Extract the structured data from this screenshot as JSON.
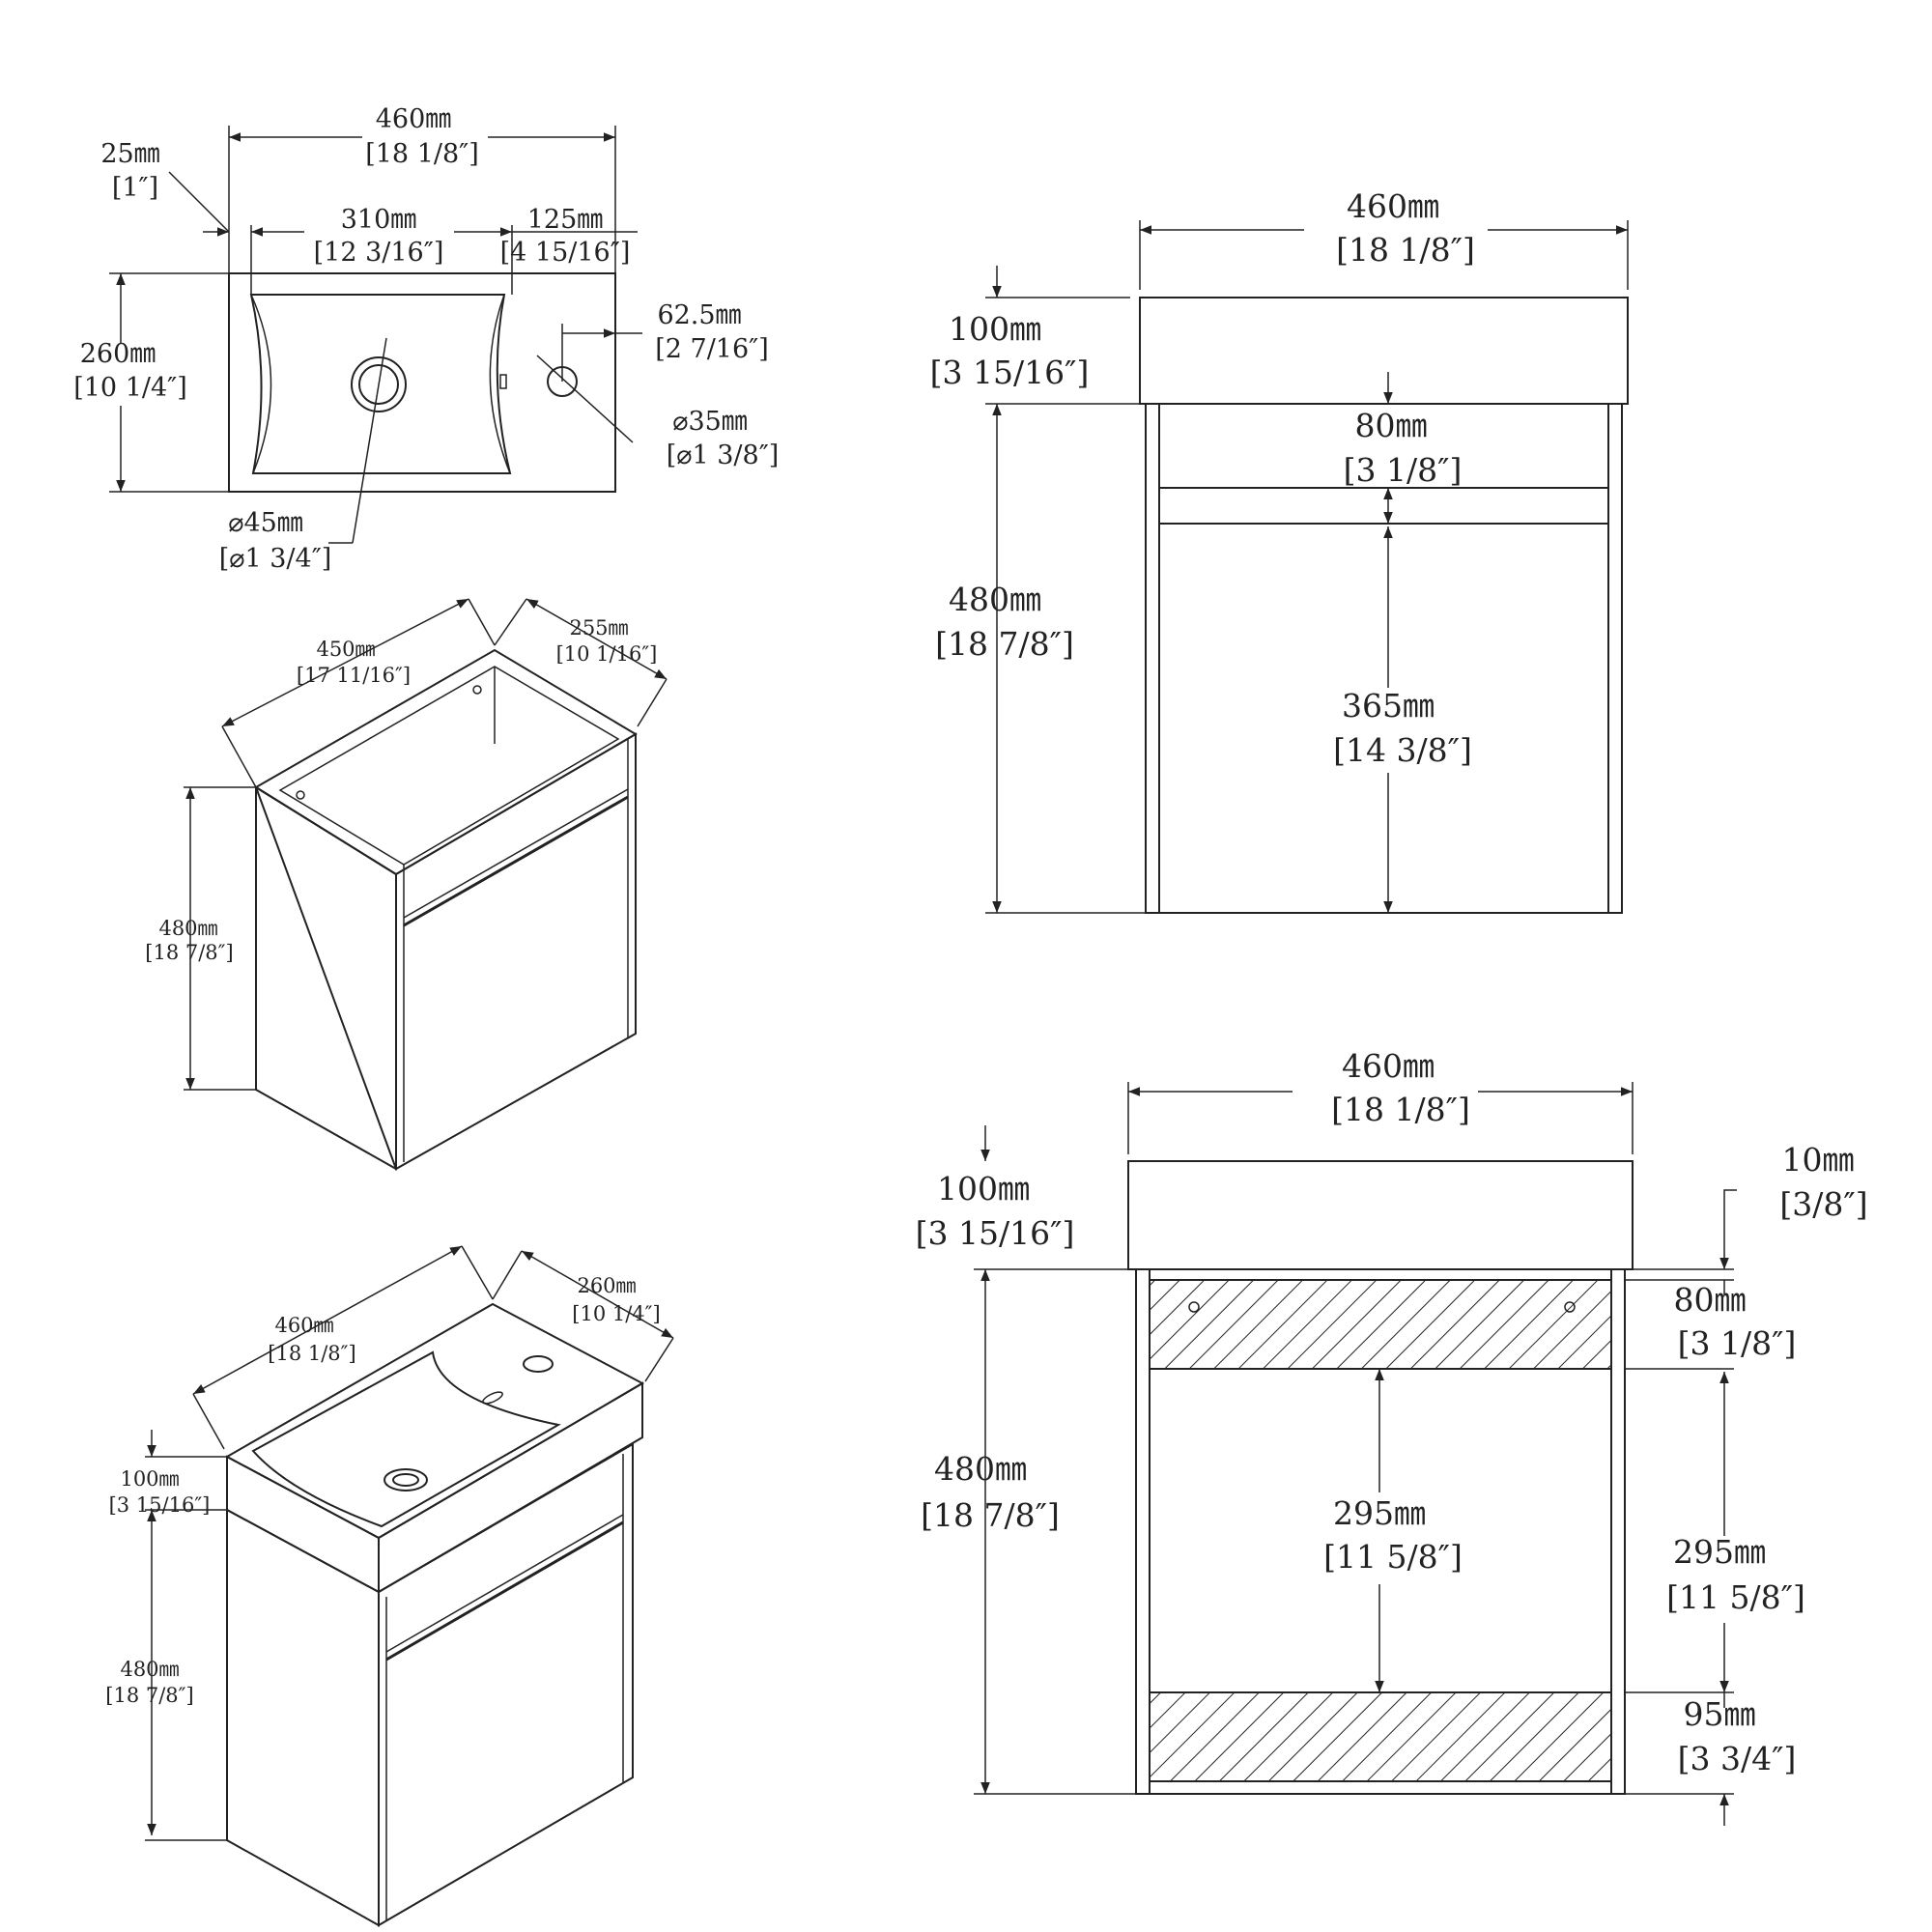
{
  "top_view": {
    "width": "460㎜",
    "width_in": "[18 1/8″]",
    "edge": "25㎜",
    "edge_in": "[1″]",
    "basin": "310㎜",
    "basin_in": "[12 3/16″]",
    "deck": "125㎜",
    "deck_in": "[4 15/16″]",
    "depth": "260㎜",
    "depth_in": "[10 1/4″]",
    "tap_offset": "62.5㎜",
    "tap_offset_in": "[2 7/16″]",
    "tap_hole": "⌀35㎜",
    "tap_hole_in": "[⌀1 3/8″]",
    "drain": "⌀45㎜",
    "drain_in": "[⌀1 3/4″]"
  },
  "iso_cabinet": {
    "width": "450㎜",
    "width_in": "[17 11/16″]",
    "depth": "255㎜",
    "depth_in": "[10 1/16″]",
    "height": "480㎜",
    "height_in": "[18 7/8″]"
  },
  "iso_full": {
    "width": "460㎜",
    "width_in": "[18 1/8″]",
    "depth": "260㎜",
    "depth_in": "[10 1/4″]",
    "basin_h": "100㎜",
    "basin_h_in": "[3 15/16″]",
    "cab_h": "480㎜",
    "cab_h_in": "[18 7/8″]"
  },
  "front_view": {
    "width": "460㎜",
    "width_in": "[18 1/8″]",
    "basin_h": "100㎜",
    "basin_h_in": "[3 15/16″]",
    "drawer": "80㎜",
    "drawer_in": "[3 1/8″]",
    "cab_h": "480㎜",
    "cab_h_in": "[18 7/8″]",
    "door": "365㎜",
    "door_in": "[14 3/8″]"
  },
  "section_view": {
    "width": "460㎜",
    "width_in": "[18 1/8″]",
    "basin_h": "100㎜",
    "basin_h_in": "[3 15/16″]",
    "gap": "10㎜",
    "gap_in": "[3/8″]",
    "drawer": "80㎜",
    "drawer_in": "[3 1/8″]",
    "cab_h": "480㎜",
    "cab_h_in": "[18 7/8″]",
    "open_center": "295㎜",
    "open_center_in": "[11 5/8″]",
    "open_right": "295㎜",
    "open_right_in": "[11 5/8″]",
    "bottom": "95㎜",
    "bottom_in": "[3 3/4″]"
  }
}
